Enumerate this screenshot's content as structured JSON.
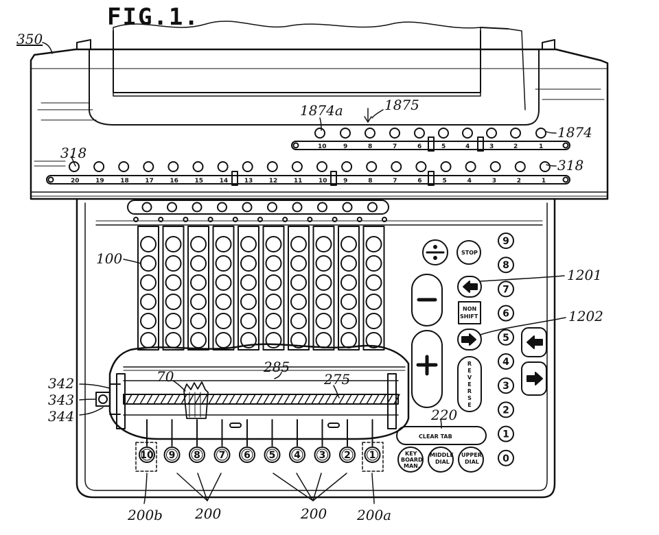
{
  "figure": {
    "title": "FIG.1.",
    "labels": {
      "ref_350": "350",
      "ref_1874a": "1874a",
      "ref_1875": "1875",
      "ref_1874": "1874",
      "ref_318_left": "318",
      "ref_318_right": "318",
      "ref_100": "100",
      "ref_1201": "1201",
      "ref_1202": "1202",
      "ref_285": "285",
      "ref_275": "275",
      "ref_70": "70",
      "ref_342": "342",
      "ref_343": "343",
      "ref_344": "344",
      "ref_220": "220",
      "ref_200b": "200b",
      "ref_200_left": "200",
      "ref_200_right": "200",
      "ref_200a": "200a"
    },
    "upper_scale_numbers": [
      "10",
      "9",
      "8",
      "7",
      "6",
      "5",
      "4",
      "3",
      "2",
      "1"
    ],
    "lower_scale_numbers": [
      "20",
      "19",
      "18",
      "17",
      "16",
      "15",
      "14",
      "13",
      "12",
      "11",
      "10",
      "9",
      "8",
      "7",
      "6",
      "5",
      "4",
      "3",
      "2",
      "1"
    ],
    "panel_keys": {
      "stop": "STOP",
      "non_shift_line1": "NON",
      "non_shift_line2": "SHIFT",
      "reverse": "REVERSE",
      "clear_tab": "CLEAR TAB",
      "keyboard_line1": "KEY",
      "keyboard_line2": "BOARD",
      "keyboard_line3": "MAN.",
      "middle_line1": "MIDDLE",
      "middle_line2": "DIAL",
      "upper_line1": "UPPER",
      "upper_line2": "DIAL"
    },
    "column_digits": [
      "9",
      "8",
      "7",
      "6",
      "5",
      "4",
      "3",
      "2",
      "1",
      "0"
    ],
    "bottom_digits": [
      "10",
      "9",
      "8",
      "7",
      "6",
      "5",
      "4",
      "3",
      "2",
      "1"
    ]
  }
}
